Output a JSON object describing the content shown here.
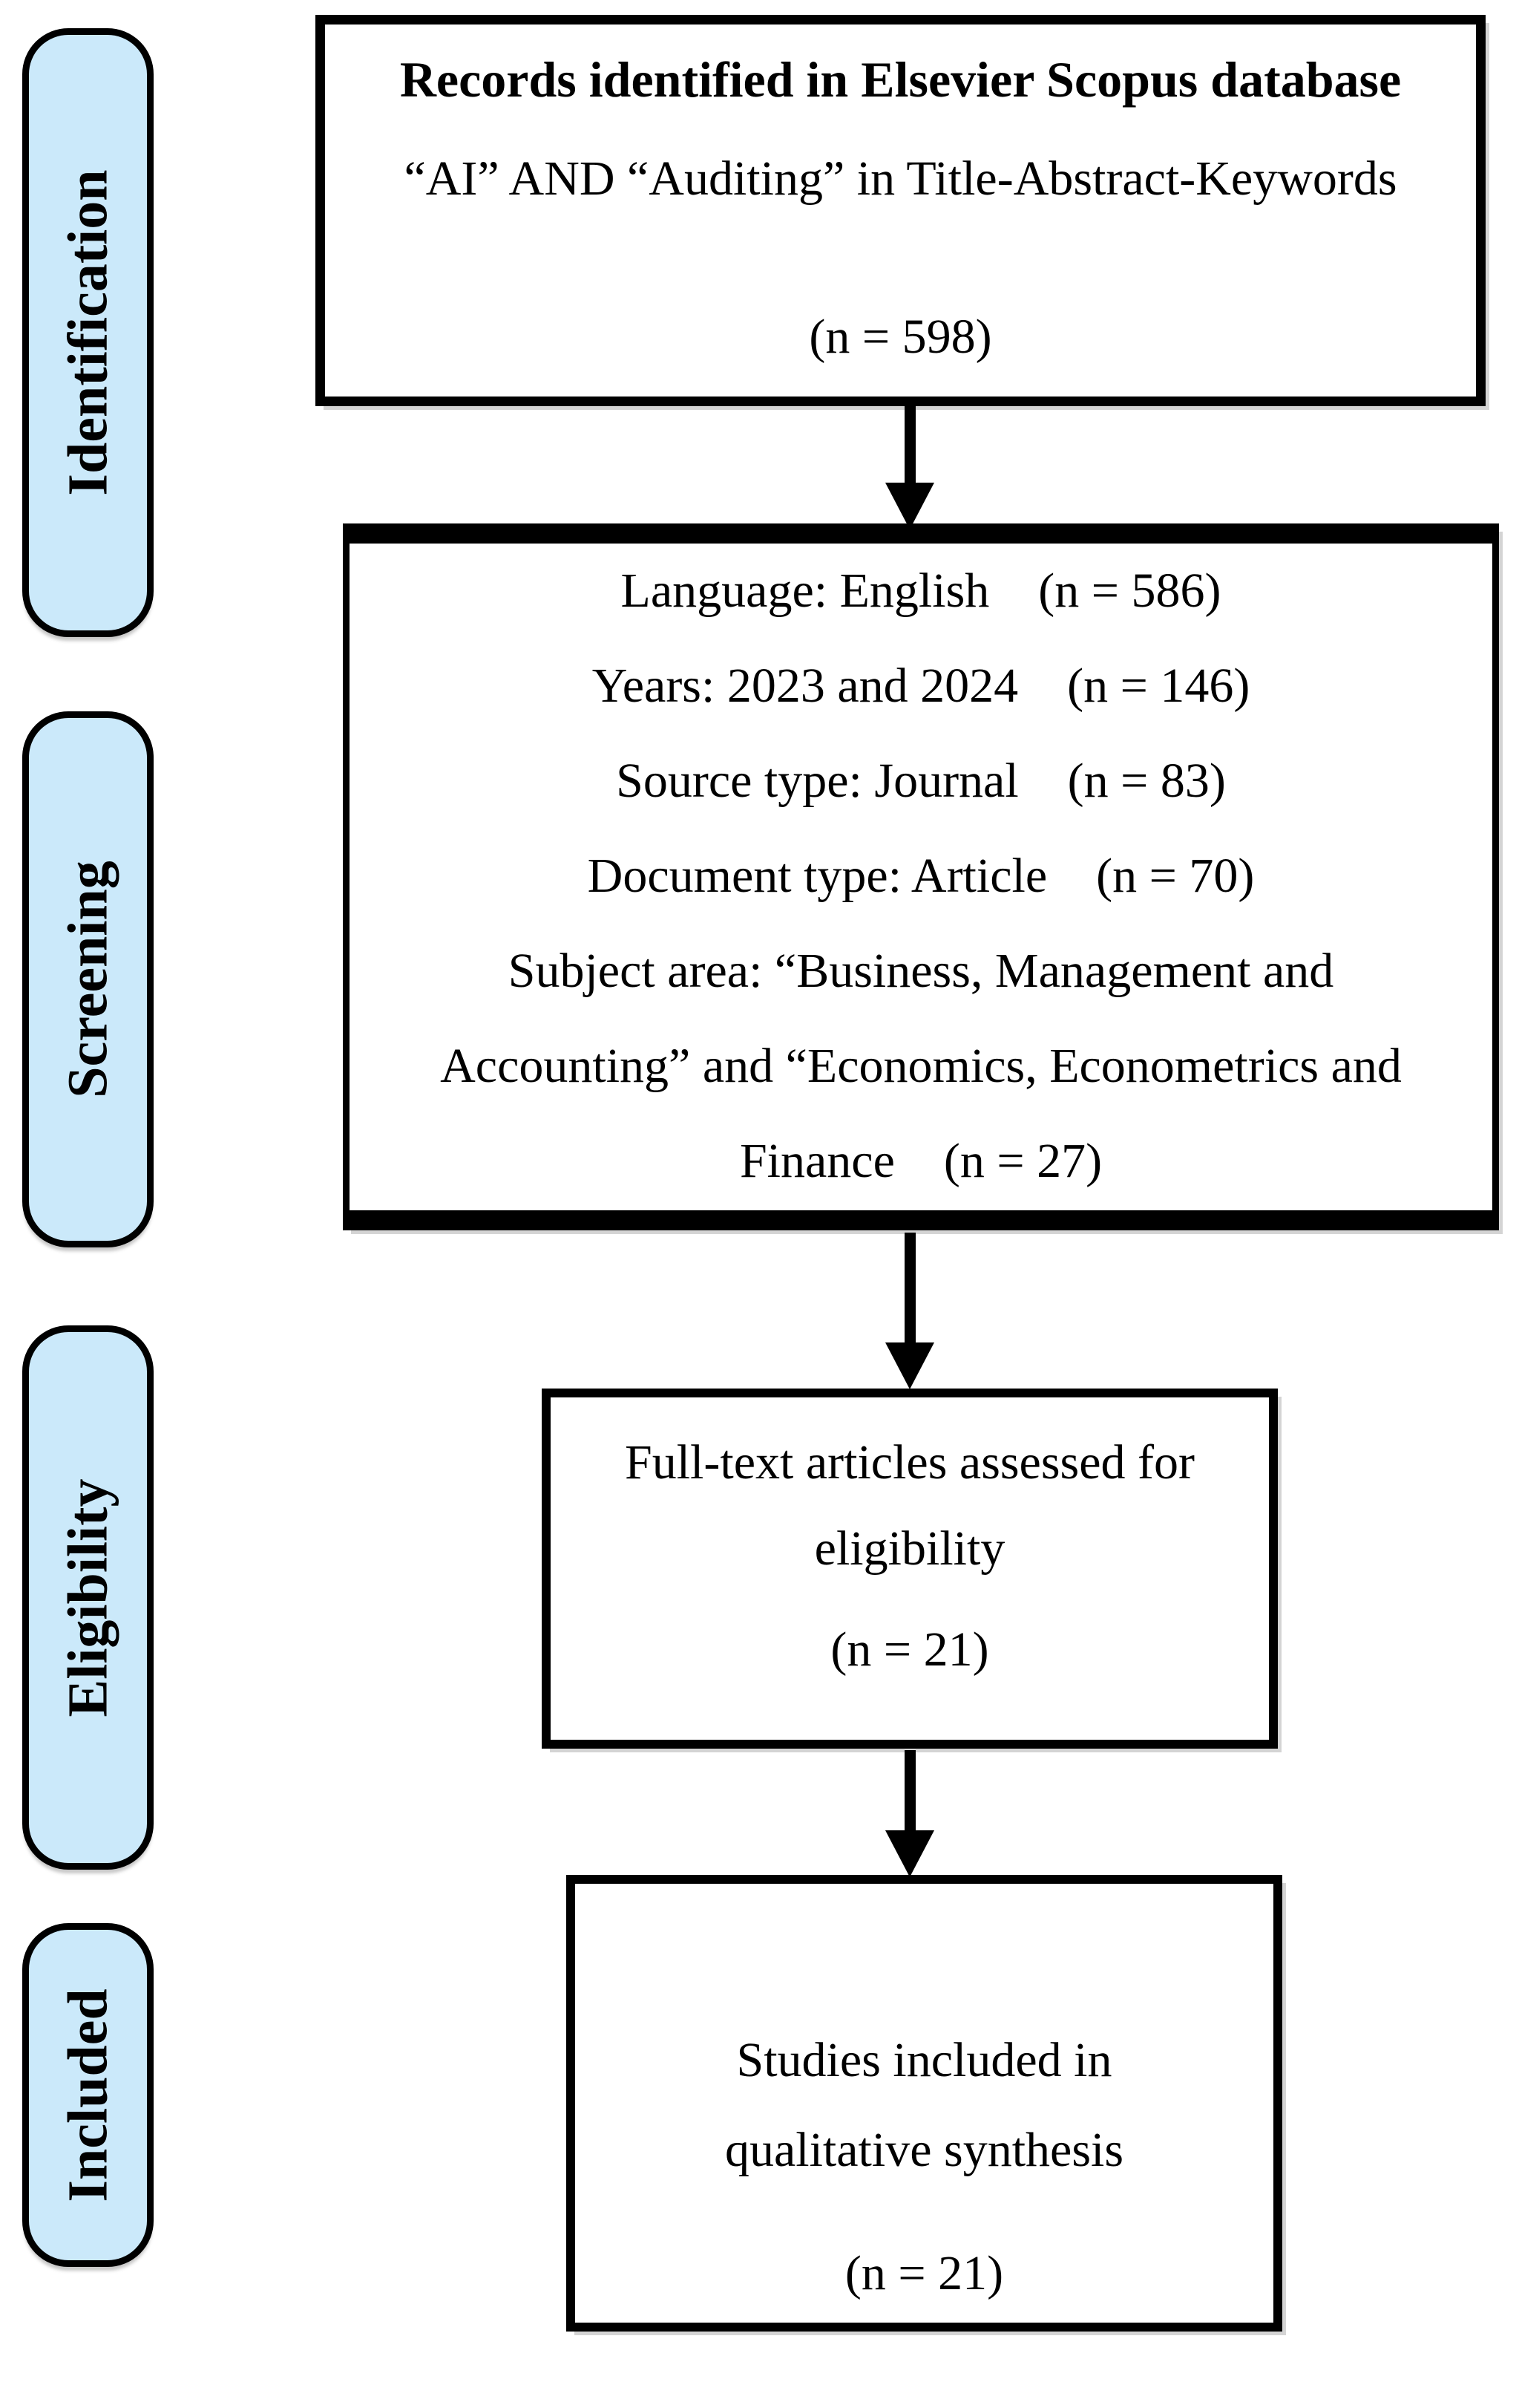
{
  "diagram": {
    "colors": {
      "stage_fill": "#cbe9fa",
      "border": "#000000",
      "background": "#ffffff"
    },
    "stages": [
      {
        "label": "Identification"
      },
      {
        "label": "Screening"
      },
      {
        "label": "Eligibility"
      },
      {
        "label": "Included"
      }
    ],
    "identification_box": {
      "title": "Records identified in Elsevier Scopus database",
      "query": "“AI” AND “Auditing” in Title-Abstract-Keywords",
      "count": "(n = 598)"
    },
    "screening_box": {
      "lines": [
        "Language: English    (n = 586)",
        "Years: 2023 and 2024    (n = 146)",
        "Source type: Journal    (n = 83)",
        "Document type: Article    (n = 70)",
        "Subject area: “Business, Management and",
        "Accounting” and “Economics, Econometrics and",
        "Finance    (n = 27)"
      ]
    },
    "eligibility_box": {
      "line1": "Full-text articles assessed for",
      "line2": "eligibility",
      "count": "(n = 21)"
    },
    "included_box": {
      "line1": "Studies included in",
      "line2": "qualitative synthesis",
      "count": "(n = 21)"
    }
  }
}
